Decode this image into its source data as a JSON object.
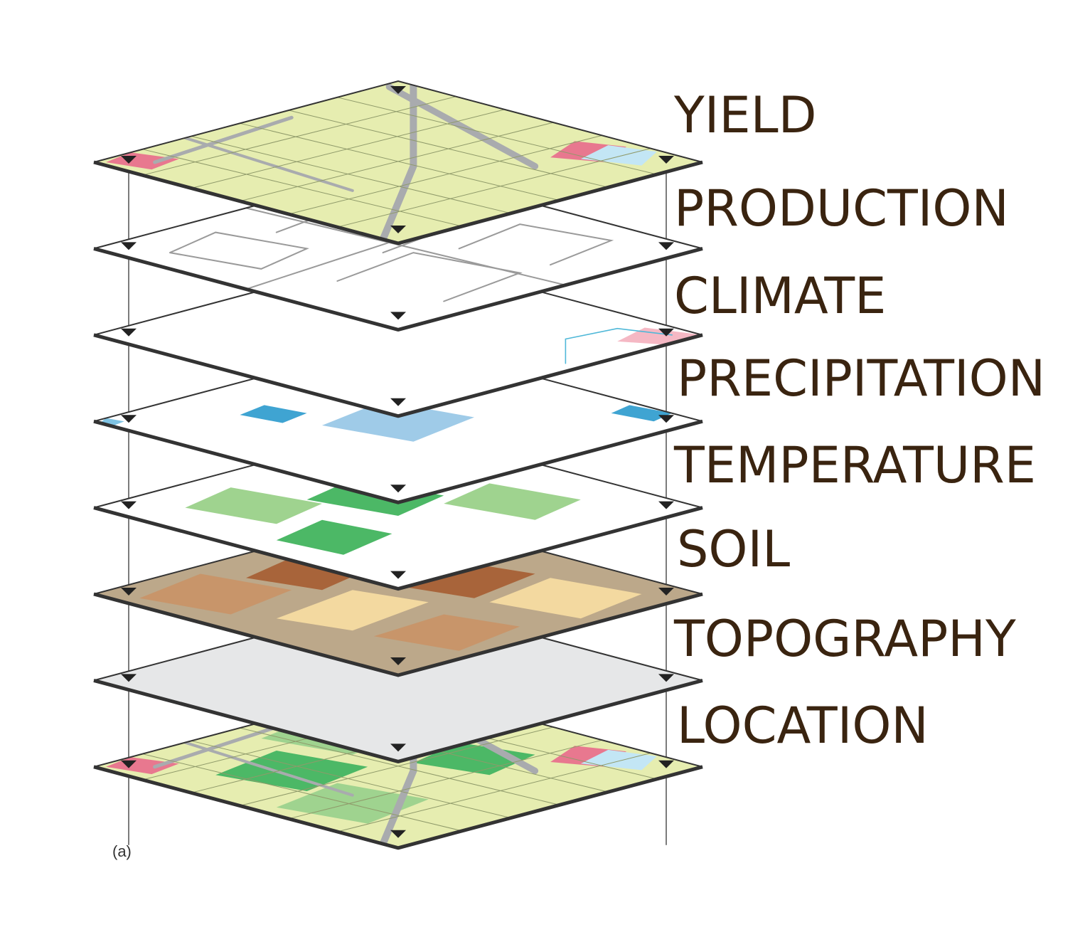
{
  "layers": [
    {
      "id": "yield",
      "label": "YIELD",
      "fill": "#e6edb0"
    },
    {
      "id": "production",
      "label": "PRODUCTION",
      "fill": "#ffffff"
    },
    {
      "id": "climate",
      "label": "CLIMATE",
      "fill": "#ffffff"
    },
    {
      "id": "precipitation",
      "label": "PRECIPITATION",
      "fill": "#ffffff"
    },
    {
      "id": "temperature",
      "label": "TEMPERATURE",
      "fill": "#ffffff"
    },
    {
      "id": "soil",
      "label": "SOIL",
      "fill": "#d9b48a"
    },
    {
      "id": "topography",
      "label": "TOPOGRAPHY",
      "fill": "#e6e7e8"
    },
    {
      "id": "location",
      "label": "LOCATION",
      "fill": "#e6edb0"
    }
  ],
  "caption": "(a)",
  "colors": {
    "label_text": "#3a2410",
    "road": "#a9abae",
    "water": "#c3e6f5",
    "water_dark": "#3fa4d2",
    "urban": "#e8788f",
    "urban_light": "#f5b8c4",
    "forest": "#4cb866",
    "grass": "#9fd38f",
    "field": "#e6edb0",
    "soil_dark": "#a8643a",
    "soil_mid": "#c8956a",
    "soil_light": "#f3d9a0",
    "soil_grey": "#bca88a"
  }
}
